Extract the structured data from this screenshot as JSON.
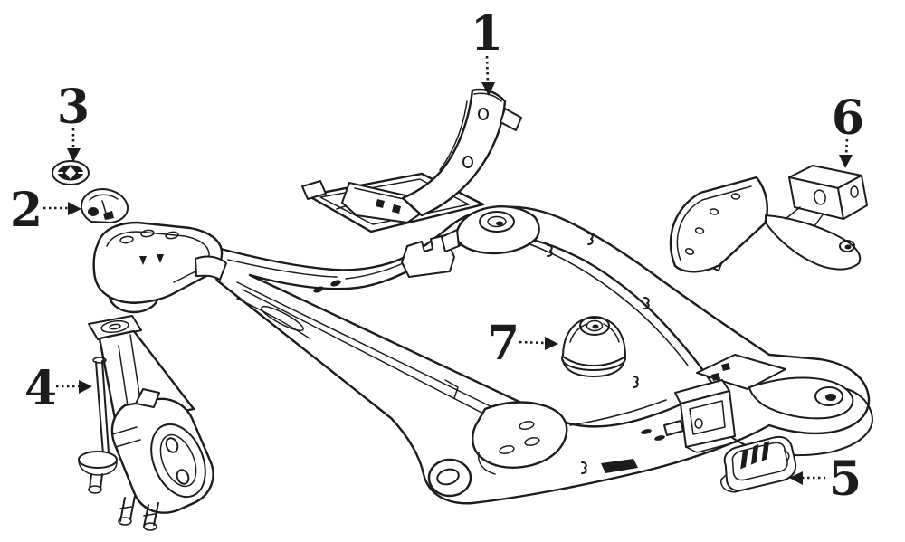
{
  "diagram": {
    "kind": "auto-parts-line-diagram",
    "background_color": "#ffffff",
    "line_color": "#1c1c1c",
    "callouts": [
      {
        "label": "1",
        "arrow_direction": "down"
      },
      {
        "label": "2",
        "arrow_direction": "right"
      },
      {
        "label": "3",
        "arrow_direction": "down"
      },
      {
        "label": "4",
        "arrow_direction": "right"
      },
      {
        "label": "5",
        "arrow_direction": "left"
      },
      {
        "label": "6",
        "arrow_direction": "down"
      },
      {
        "label": "7",
        "arrow_direction": "right"
      }
    ]
  }
}
